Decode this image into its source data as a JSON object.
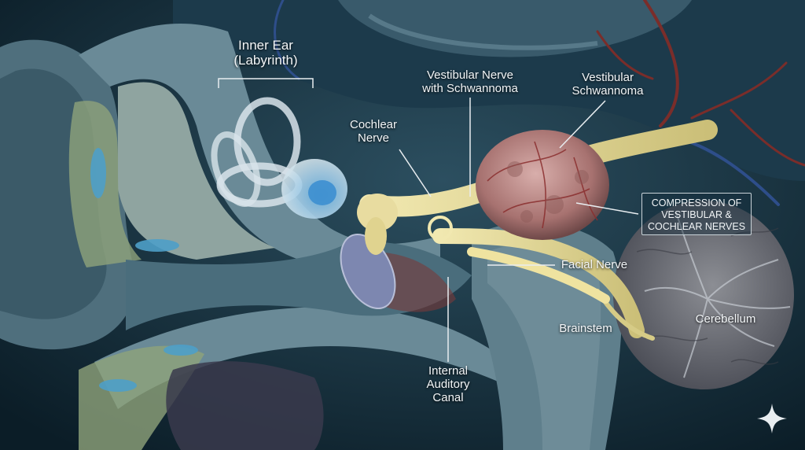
{
  "labels": {
    "inner_ear": "Inner Ear\n(Labyrinth)",
    "vestibular_nerve_schwannoma": "Vestibular Nerve\nwith Schwannoma",
    "vestibular_schwannoma": "Vestibular\nSchwannoma",
    "cochlear_nerve": "Cochlear\nNerve",
    "compression": "COMPRESSION OF\nVESTIBULAR &\nCOCHLEAR NERVES",
    "facial_nerve": "Facial Nerve",
    "brainstem": "Brainstem",
    "cerebellum": "Cerebellum",
    "internal_auditory_canal": "Internal\nAuditory\nCanal"
  },
  "colors": {
    "background": "#0f2430",
    "bone": "#5f7f8c",
    "tissue": "#3e6272",
    "nerve": "#e6dc9a",
    "tumor": "#b88583",
    "leader_line": "#e8edf0"
  }
}
